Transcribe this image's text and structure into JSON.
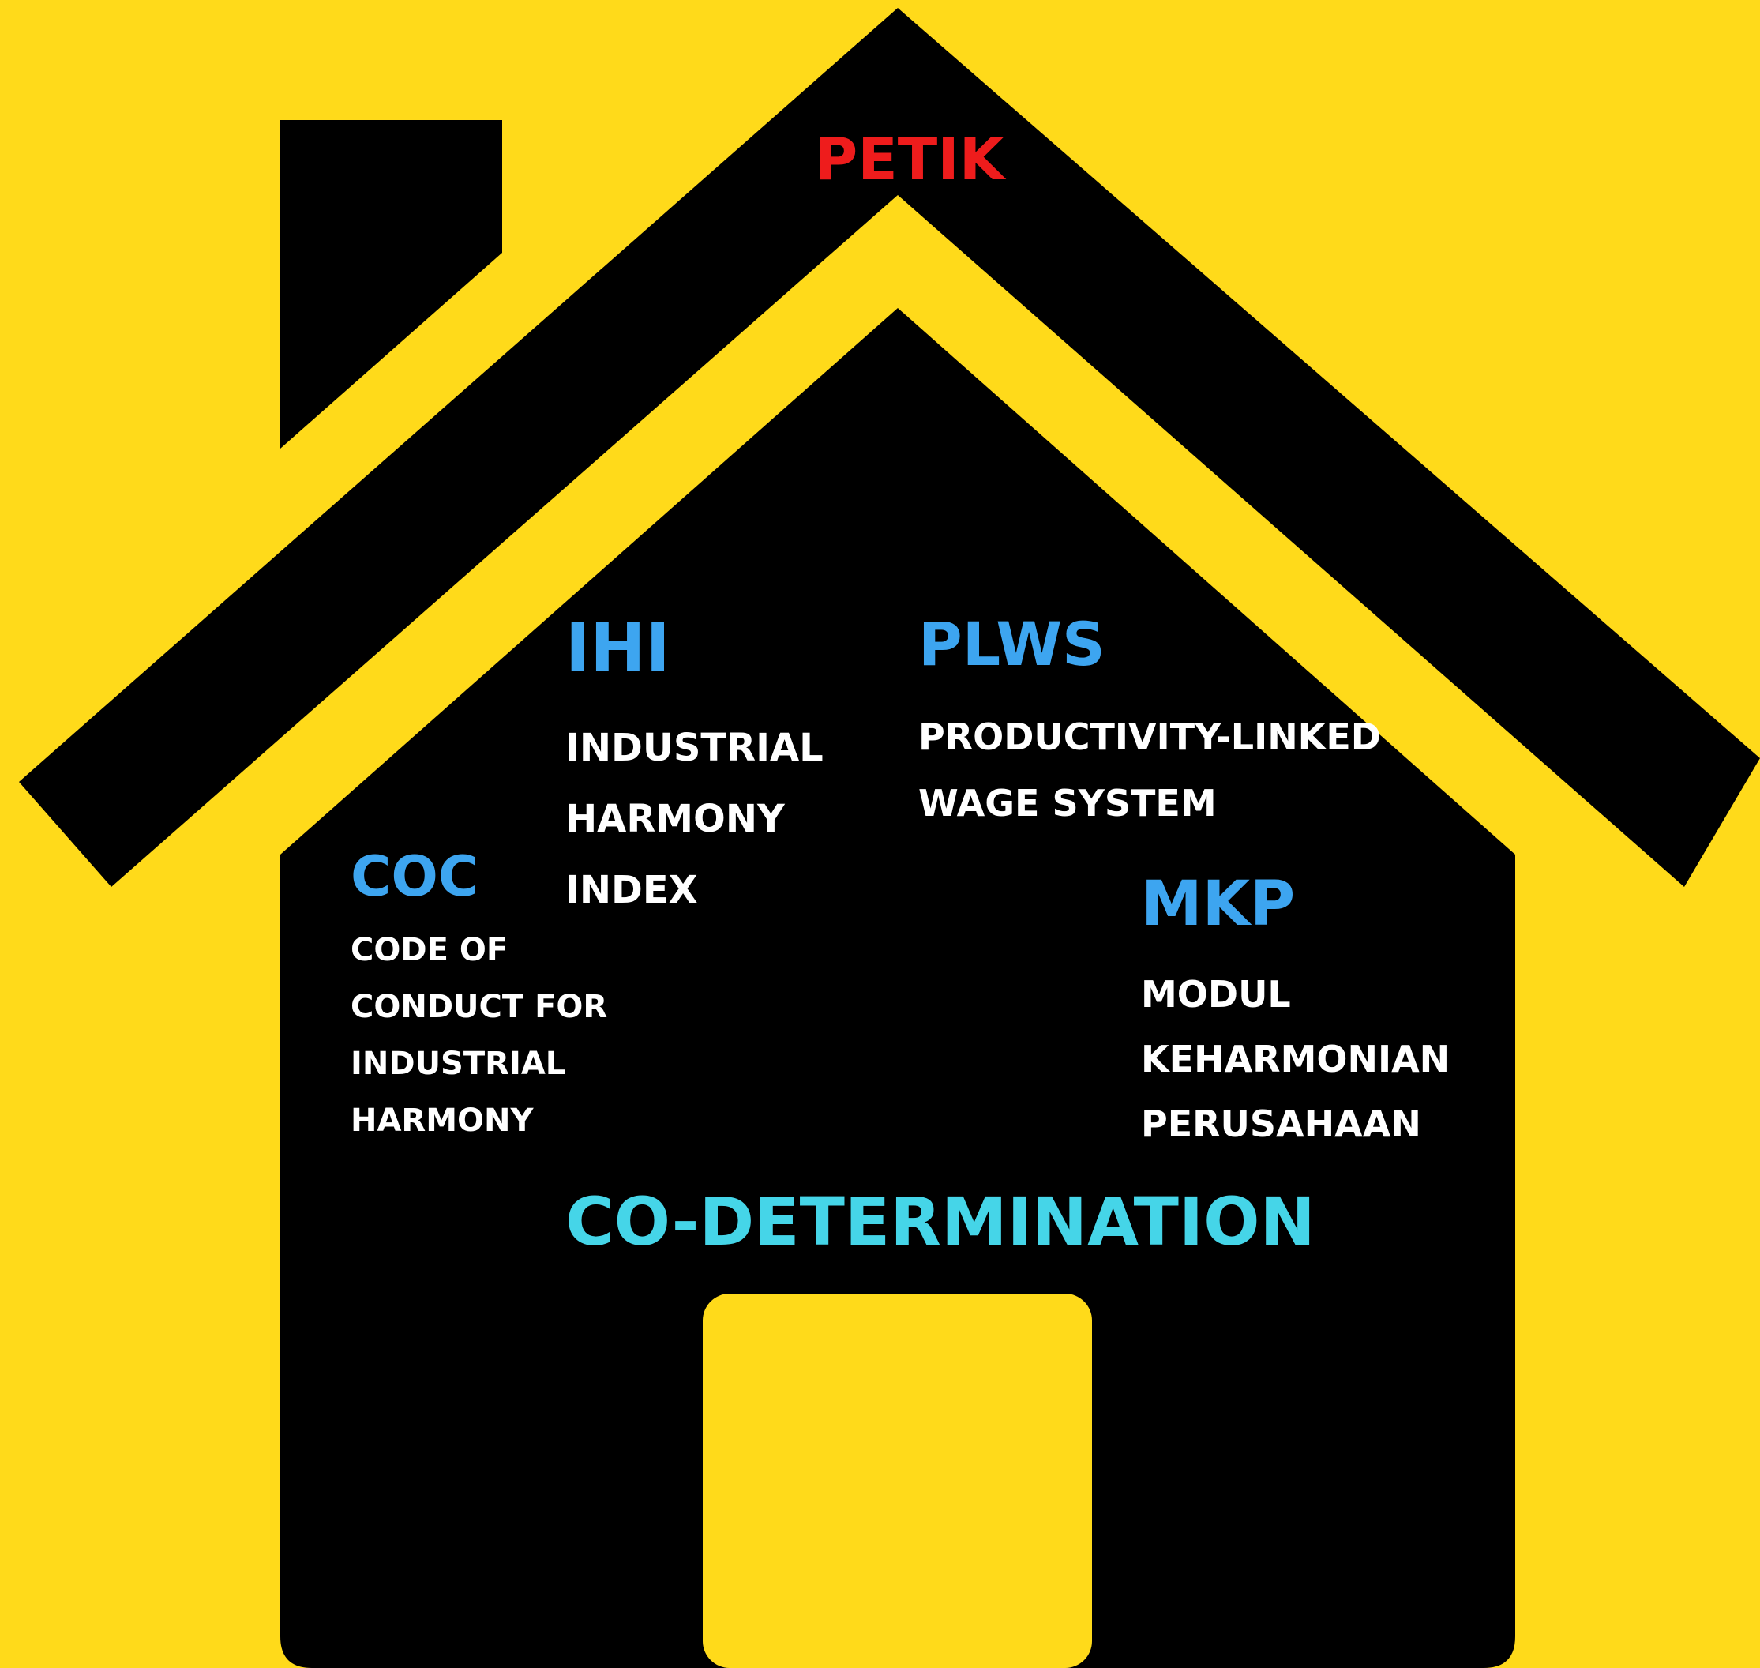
{
  "colors": {
    "background": "#FFDA1A",
    "house": "#000000",
    "title": "#EE1C1C",
    "abbreviation": "#3DA5F0",
    "description": "#FFFFFF",
    "co_determination": "#45D5E8"
  },
  "roof": {
    "title": "PETIK"
  },
  "pillars": {
    "ihi": {
      "abbr": "IHI",
      "lines": [
        "INDUSTRIAL",
        "HARMONY",
        "INDEX"
      ]
    },
    "plws": {
      "abbr": "PLWS",
      "lines": [
        "PRODUCTIVITY-LINKED",
        "WAGE SYSTEM"
      ]
    },
    "coc": {
      "abbr": "COC",
      "lines": [
        "CODE OF",
        "CONDUCT FOR",
        "INDUSTRIAL",
        "HARMONY"
      ]
    },
    "mkp": {
      "abbr": "MKP",
      "lines": [
        "MODUL",
        "KEHARMONIAN",
        "PERUSAHAAN"
      ]
    }
  },
  "foundation": {
    "label": "CO-DETERMINATION"
  }
}
